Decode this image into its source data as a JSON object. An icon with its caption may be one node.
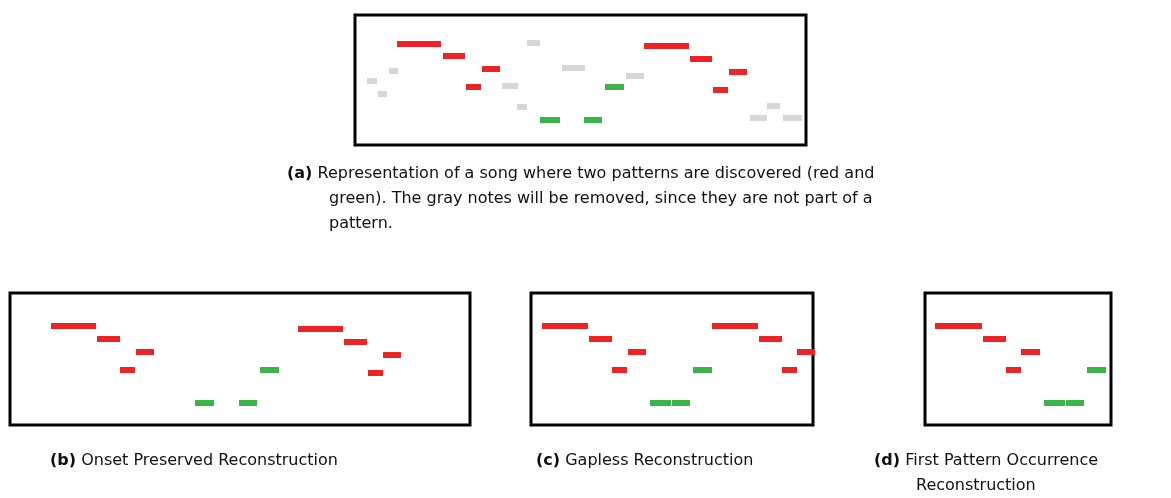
{
  "diagram": {
    "labels": [
      "**(a)** Representation of a song where two patterns are discovered (red and green). The gray notes will be removed, since they are not part of a pattern.",
      "**(b)** Onset Preserved Reconstruction",
      "**(c)** Gapless Reconstruction",
      "**(d)** First Pattern Occurrence Reconstruction"
    ]
  }
}
